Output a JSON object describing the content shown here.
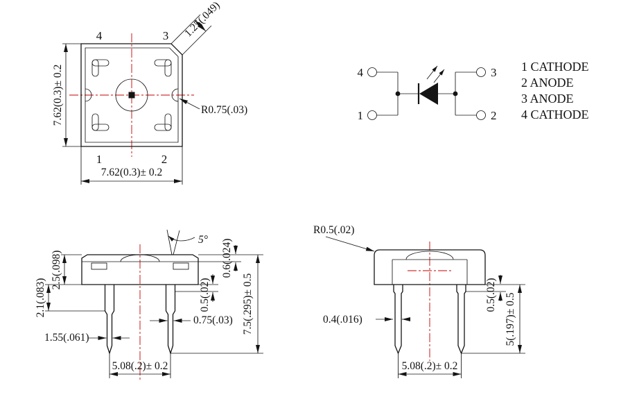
{
  "top_view": {
    "pins": {
      "p1": "1",
      "p2": "2",
      "p3": "3",
      "p4": "4"
    },
    "dim_height": "7.62(0.3)± 0.2",
    "dim_width": "7.62(0.3)± 0.2",
    "dim_chamfer": "1.25(.049)",
    "dim_notch": "R0.75(.03)"
  },
  "schematic": {
    "pins": {
      "p1": "1",
      "p2": "2",
      "p3": "3",
      "p4": "4"
    },
    "legend": [
      "1 CATHODE",
      "2 ANODE",
      "3 ANODE",
      "4 CATHODE"
    ]
  },
  "front_view": {
    "dim_body_height": "2.5(.098)",
    "dim_shoulder_height": "2.1(.083)",
    "dim_lead_tip_width": "1.55(.061)",
    "dim_standoff": "0.5(.02)",
    "dim_top_step": "0.6(.024)",
    "dim_lead_width": "0.75(.03)",
    "dim_overall_height": "7.5(.295)± 0.5",
    "dim_lead_pitch": "5.08(.2)± 0.2",
    "draft_angle": "5°"
  },
  "side_view": {
    "dim_corner_radius": "R0.5(.02)",
    "dim_lead_thickness": "0.4(.016)",
    "dim_standoff": "0.5(.02)",
    "dim_lead_length": "5(.197)± 0.5",
    "dim_lead_pitch": "5.08(.2)± 0.2"
  },
  "colors": {
    "line": "#141414",
    "centerline": "#c40000"
  }
}
